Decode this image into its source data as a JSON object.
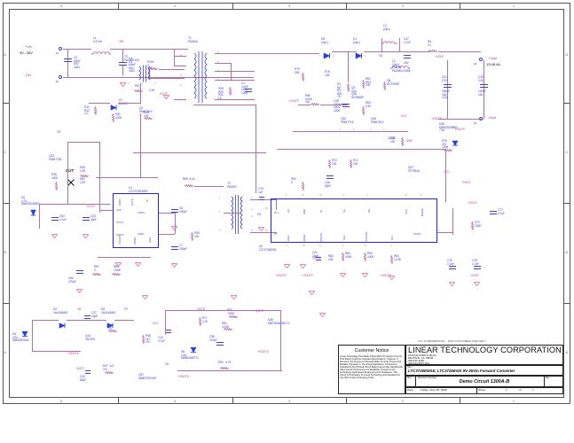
{
  "document": {
    "type": "electrical-schematic",
    "confidential_note": "LTC CONFIDENTIAL - FOR CUSTOMER USE ONLY"
  },
  "frame": {
    "col_labels": [
      "5",
      "4",
      "3",
      "2",
      "1"
    ],
    "row_labels": [
      "D",
      "C",
      "B",
      "A"
    ]
  },
  "title_block": {
    "company": "LINEAR TECHNOLOGY CORPORATION",
    "address_lines": [
      "1630 MCCARTHY BLVD.",
      "MILPITAS, CA. 95035",
      "408-432-1900",
      "408-434-0507 FAX"
    ],
    "title_caption": "Title",
    "title_value": "LTC3725EMSE, LTC3726EGN  9V-36Vin Forward Converter",
    "size_caption": "Size",
    "docnum_caption": "Document Number",
    "docnum_value": "Demo Circuit 1300A-B",
    "rev_caption": "Rev",
    "date_caption": "Date:",
    "date_value": "Friday, June 05, 2009",
    "sheet_caption": "Sheet",
    "sheet_of": "of",
    "sheet_num": "1",
    "sheet_total": "1"
  },
  "customer_notice": {
    "heading": "Customer Notice",
    "body": "Linear Technology Has Made A Best Effort To Design A Circuit That Meets Customer-Supplied Specifications; However, It Remains The Customer's Responsibility To Verify Proper And Reliable Operation In The Actual Application. Component Substitution And Printed Circuit Board Layout May Significantly Affect Circuit Performance Or Reliability. Contact Linear Technology Applications Engineering For Assistance.\n\nThis Circuit Is Proprietary To Linear Technology And Supplied For Use With Linear Technology Parts."
  },
  "ports": [
    {
      "ref": "E1",
      "label": "+Vin",
      "sub": "9V - 36V"
    },
    {
      "ref": "E2",
      "label": "-Vin",
      "sub": ""
    },
    {
      "ref": "E3",
      "label": "+Vout",
      "sub": "12V/8.4A"
    },
    {
      "ref": "E4",
      "label": "-Vout",
      "sub": ""
    }
  ],
  "nets": [
    "VIN",
    "VCC",
    "VCCP",
    "VA",
    "VSW",
    "VSB",
    "VB",
    "+VOUT",
    "-VOUT",
    "+VOUTS",
    "-VOUTS",
    "+VOUTP",
    "-VOUTP",
    "PT+",
    "PT-",
    "SG",
    "FG",
    "QGTC",
    "QGTD"
  ],
  "ics": [
    {
      "ref": "U1",
      "part": "LTC3725EMSE",
      "pins_left": [
        "VCC",
        "UVLO",
        "SSFLT"
      ],
      "pins_right": [
        "FS/IN+",
        "FS/IN-"
      ],
      "pins_top": [
        "NDRV",
        "GATE",
        "IS"
      ],
      "pins_bottom": [
        "VSLIMT",
        "PGND",
        "GND"
      ]
    },
    {
      "ref": "U2",
      "part": "LTC3726EGN",
      "pins_left": [
        "PT+",
        "PT-"
      ],
      "pins_right": [
        "FS/PH"
      ],
      "pins_top": [
        "FG",
        "SRB",
        "IS-",
        "IS+",
        "SG",
        "VCC",
        "MODE"
      ],
      "pins_bottom": [
        "GND",
        "PGND",
        "RUN/SS",
        "SLP",
        "FS/SYNC",
        "ITH"
      ]
    }
  ],
  "transformers": [
    {
      "ref": "T1",
      "part": "PA0810",
      "role": "main-power"
    },
    {
      "ref": "T2",
      "part": "PA0297",
      "role": "pulse"
    },
    {
      "ref": "T3",
      "part": "PA1005.100",
      "role": "current-sense"
    }
  ],
  "inductors": [
    {
      "ref": "L1",
      "value": "0.47uH"
    },
    {
      "ref": "L2",
      "value": "10uH",
      "part": "PULSE PA2050-103NL"
    },
    {
      "ref": "L3",
      "value": "(Opt.)"
    }
  ],
  "capacitors": [
    {
      "ref": "C2",
      "value": "6.8uF",
      "rating": "50V",
      "size": "1812"
    },
    {
      "ref": "C4",
      "value": "6.8uF",
      "rating": "50V",
      "size": "1812"
    },
    {
      "ref": "C5",
      "value": "",
      "rating": "",
      "size": ""
    },
    {
      "ref": "C1",
      "value": "1.0nF",
      "rating": "100V",
      "size": "1206"
    },
    {
      "ref": "C3",
      "value": "10uF",
      "rating": "16V",
      "size": ""
    },
    {
      "ref": "C6",
      "value": "100pF",
      "rating": "",
      "size": ""
    },
    {
      "ref": "C7",
      "value": "100pF",
      "rating": "",
      "size": ""
    },
    {
      "ref": "C8",
      "value": "3.3nF",
      "rating": "200V",
      "size": ""
    },
    {
      "ref": "C9",
      "value": "1.0uF",
      "rating": "",
      "size": ""
    },
    {
      "ref": "C10",
      "value": "",
      "rating": "",
      "size": ""
    },
    {
      "ref": "C14",
      "value": "1.0uF",
      "rating": "",
      "size": ""
    },
    {
      "ref": "C15",
      "value": "0.1uF",
      "rating": "",
      "size": ""
    },
    {
      "ref": "C18",
      "value": "4.7uF",
      "rating": "",
      "size": ""
    },
    {
      "ref": "C19",
      "value": "4.7uF",
      "rating": "",
      "size": ""
    },
    {
      "ref": "C20",
      "value": "33nF",
      "rating": "",
      "size": ""
    },
    {
      "ref": "C21",
      "value": "330uF",
      "rating": "16V",
      "size": "1210"
    },
    {
      "ref": "C22",
      "value": "330uF",
      "rating": "16V",
      "size": "1210"
    },
    {
      "ref": "C23",
      "value": "",
      "rating": "",
      "size": ""
    },
    {
      "ref": "C26",
      "value": "1000pF",
      "rating": "",
      "size": ""
    },
    {
      "ref": "C27",
      "value": "4.7uF",
      "rating": "25V",
      "size": ""
    },
    {
      "ref": "C29",
      "value": "100uF",
      "rating": "16V",
      "size": ""
    },
    {
      "ref": "C30",
      "value": "100uF",
      "rating": "16V",
      "size": ""
    },
    {
      "ref": "C31",
      "value": "",
      "rating": "",
      "size": ""
    },
    {
      "ref": "C35",
      "value": "470pF",
      "rating": "",
      "size": ""
    },
    {
      "ref": "C36",
      "value": "82pF",
      "rating": "",
      "size": ""
    },
    {
      "ref": "C37",
      "value": "0.1uF",
      "rating": "",
      "size": ""
    },
    {
      "ref": "C41",
      "value": "10pF",
      "rating": "",
      "size": ""
    },
    {
      "ref": "C47",
      "value": "4.7uF",
      "rating": "25V",
      "size": ""
    },
    {
      "ref": "C49",
      "value": "3300pF",
      "rating": "200V",
      "size": "1206"
    },
    {
      "ref": "C54",
      "value": "4.7uF",
      "rating": "",
      "size": ""
    },
    {
      "ref": "C56",
      "value": "",
      "rating": "",
      "size": ""
    },
    {
      "ref": "C60",
      "value": "",
      "rating": "",
      "size": ""
    },
    {
      "ref": "C72",
      "value": "",
      "rating": "",
      "size": ""
    },
    {
      "ref": "C75",
      "value": "",
      "rating": "",
      "size": ""
    },
    {
      "ref": "C76",
      "value": "",
      "rating": "",
      "size": ""
    },
    {
      "ref": "C77",
      "value": "4.7uF",
      "rating": "",
      "size": ""
    },
    {
      "ref": "C78",
      "value": "",
      "rating": "",
      "size": ""
    }
  ],
  "resistors": [
    {
      "ref": "R11/R12",
      "value": "1.0"
    },
    {
      "ref": "R20",
      "value": "2.2K"
    },
    {
      "ref": "R21",
      "value": "75"
    },
    {
      "ref": "R35",
      "value": "100K"
    },
    {
      "ref": "R40",
      "value": "0.005",
      "power": "1W"
    },
    {
      "ref": "R44",
      "value": "10"
    },
    {
      "ref": "R45",
      "value": "100"
    },
    {
      "ref": "R46",
      "value": "1.0K"
    },
    {
      "ref": "R47",
      "value": "147",
      "tol": "1%"
    },
    {
      "ref": "R48",
      "value": "147",
      "tol": "1%"
    },
    {
      "ref": "R49",
      "value": "100"
    },
    {
      "ref": "R50",
      "value": "0.005",
      "power": "1W"
    },
    {
      "ref": "R51",
      "value": "100K"
    },
    {
      "ref": "R52",
      "value": "1.0K"
    },
    {
      "ref": "R53",
      "value": "100"
    },
    {
      "ref": "R54",
      "value": "0"
    },
    {
      "ref": "R55",
      "value": "19.6K"
    },
    {
      "ref": "R56",
      "value": "100"
    },
    {
      "ref": "R57",
      "value": "2.2K"
    },
    {
      "ref": "R58",
      "value": "100K"
    },
    {
      "ref": "R59",
      "value": "100K"
    },
    {
      "ref": "R60",
      "value": "100K"
    },
    {
      "ref": "R61",
      "value": "10K"
    },
    {
      "ref": "R62",
      "value": "4.7K"
    },
    {
      "ref": "R63",
      "value": "10K"
    },
    {
      "ref": "R64",
      "value": "13.3K"
    },
    {
      "ref": "R65",
      "value": "100"
    },
    {
      "ref": "R66",
      "value": "100"
    },
    {
      "ref": "R67",
      "value": "0"
    },
    {
      "ref": "R68",
      "value": "7.50K"
    },
    {
      "ref": "R69",
      "value": "75"
    },
    {
      "ref": "R70",
      "value": "100"
    },
    {
      "ref": "R71",
      "value": "100"
    },
    {
      "ref": "R72",
      "value": "100K"
    },
    {
      "ref": "R73",
      "value": "75"
    },
    {
      "ref": "R74",
      "value": "470",
      "size": "1206"
    },
    {
      "ref": "R75",
      "value": "470",
      "size": "1206"
    },
    {
      "ref": "R76",
      "value": "10K"
    },
    {
      "ref": "R77",
      "value": "4.7K"
    },
    {
      "ref": "R78",
      "value": "20K"
    },
    {
      "ref": "R79",
      "value": "100K"
    },
    {
      "ref": "R80",
      "value": "10K"
    },
    {
      "ref": "R81",
      "value": "10K"
    },
    {
      "ref": "R82",
      "value": "4.7K"
    },
    {
      "ref": "R83",
      "value": "2.2K"
    },
    {
      "ref": "R84",
      "value": "10K"
    },
    {
      "ref": "R91",
      "value": "13.3K"
    },
    {
      "ref": "R92",
      "value": "4.7K"
    },
    {
      "ref": "R93",
      "value": "10K"
    },
    {
      "ref": "R96",
      "value": "100"
    }
  ],
  "semiconductors": [
    {
      "ref": "D1",
      "part": "(Opt.)"
    },
    {
      "ref": "D2",
      "part": "1N4148WS"
    },
    {
      "ref": "D3",
      "part": "MMSZ5251B",
      "value": "22V"
    },
    {
      "ref": "D4",
      "part": "MMSZ5230BS",
      "value": "4.7V"
    },
    {
      "ref": "D5",
      "part": "(Opt.)"
    },
    {
      "ref": "D6",
      "part": "MMBZ4687T1",
      "value": "4.3V"
    },
    {
      "ref": "D7",
      "part": "BAS21"
    },
    {
      "ref": "D9",
      "part": "1N4148WS"
    },
    {
      "ref": "D28",
      "part": "MMSZ5235BS",
      "value": "7.5V"
    },
    {
      "ref": "Q1",
      "part": "FMMT619"
    },
    {
      "ref": "Q3",
      "part": "SI7456DP"
    },
    {
      "ref": "Q12",
      "part": "SI7456DP"
    },
    {
      "ref": "Q5",
      "part": "SI7456DP"
    },
    {
      "ref": "Q8",
      "part": "SI7370DP"
    },
    {
      "ref": "Q11",
      "part": "SI7370DP"
    },
    {
      "ref": "Q20",
      "part": "SI7370DP"
    },
    {
      "ref": "Q14",
      "part": "2N7002"
    },
    {
      "ref": "Q23",
      "part": "FMMT780"
    },
    {
      "ref": "Q25",
      "part": "FMMT619"
    },
    {
      "ref": "Q27",
      "part": "FZT651A"
    },
    {
      "ref": "Q32",
      "part": "FMMT718"
    },
    {
      "ref": "Q33",
      "part": "FMMT619"
    },
    {
      "ref": "Q34",
      "part": "MBT3946DW1T1"
    },
    {
      "ref": "Q36",
      "part": "MBT3946DW1T1"
    },
    {
      "ref": "Q37",
      "part": "MMBT2907AP"
    },
    {
      "ref": "Q52",
      "part": "FMMT718"
    },
    {
      "ref": "Q55",
      "part": "FMMT619"
    }
  ],
  "annotations": [
    {
      "text": "CUT",
      "kind": "cut-marker"
    }
  ]
}
